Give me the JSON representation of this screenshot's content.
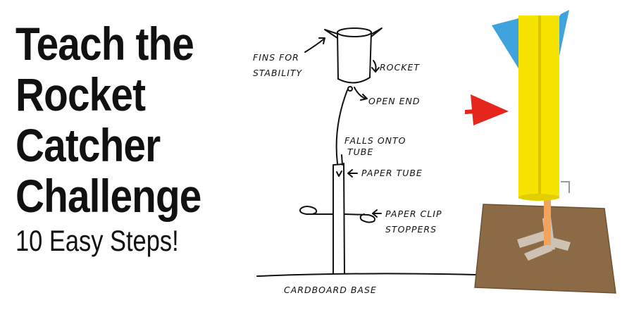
{
  "title": {
    "lines": [
      "Teach the",
      "Rocket",
      "Catcher",
      "Challenge"
    ],
    "subtitle": "10 Easy Steps!"
  },
  "diagram_labels": {
    "fins_line1": "FINS FOR",
    "fins_line2": "STABILITY",
    "rocket": "ROCKET",
    "open_end": "OPEN END",
    "falls_line1": "FALLS ONTO",
    "falls_line2": "TUBE",
    "paper_tube": "PAPER TUBE",
    "clip_line1": "PAPER CLIP",
    "clip_line2": "STOPPERS",
    "base": "CARDBOARD BASE"
  },
  "colors": {
    "title_text": "#111111",
    "arrow_red": "#e4261c",
    "rocket_yellow": "#f7e300",
    "fin_blue": "#3fa3dd",
    "cardboard": "#8b6a45"
  }
}
